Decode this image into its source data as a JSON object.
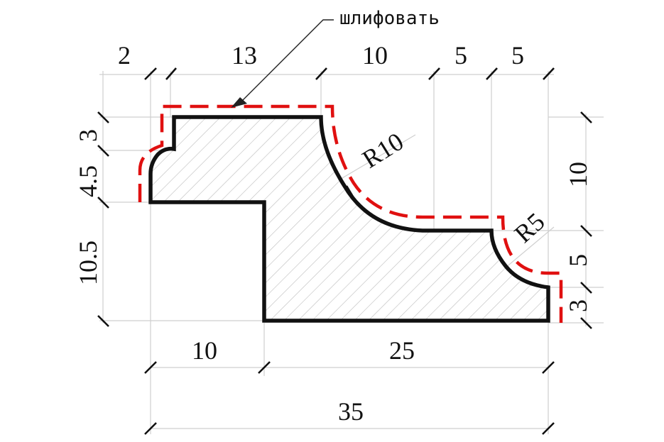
{
  "note": {
    "text": "шлифовать"
  },
  "colors": {
    "outline": "#111111",
    "grind_line": "#e01010",
    "hatch": "#cfcfcf"
  },
  "dimensions": {
    "top": [
      "2",
      "13",
      "10",
      "5",
      "5"
    ],
    "left": [
      "3",
      "4.5",
      "10.5"
    ],
    "right": [
      "10",
      "5",
      "3"
    ],
    "bottom": [
      "10",
      "25"
    ],
    "overall": "35"
  },
  "radii": {
    "large": "R10",
    "small": "R5"
  }
}
